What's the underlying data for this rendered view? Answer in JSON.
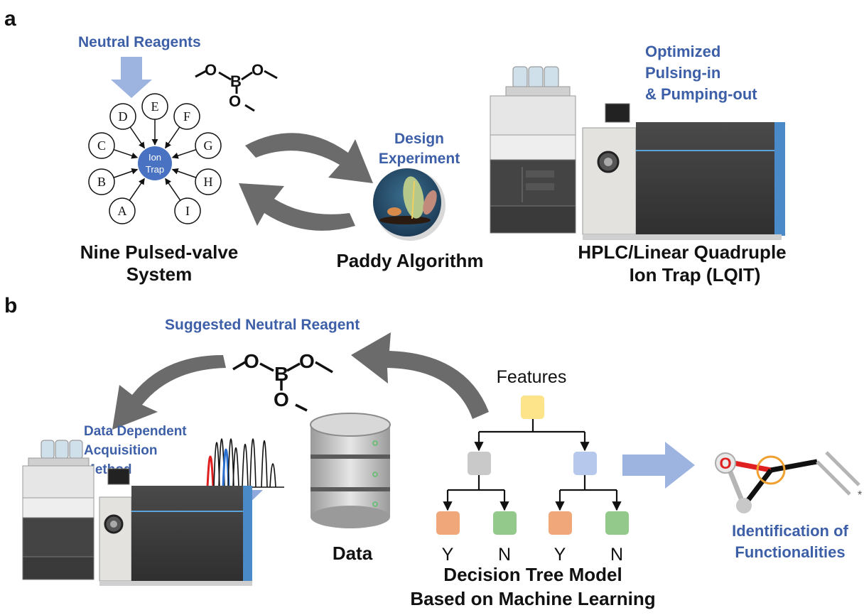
{
  "panel_a": {
    "label": "a",
    "neutral_reagents": "Neutral Reagents",
    "valves": [
      "A",
      "B",
      "C",
      "D",
      "E",
      "F",
      "G",
      "H",
      "I"
    ],
    "ion_trap_line1": "Ion",
    "ion_trap_line2": "Trap",
    "system_line1": "Nine Pulsed-valve",
    "system_line2": "System",
    "design_line1": "Design",
    "design_line2": "Experiment",
    "paddy": "Paddy Algorithm",
    "optimized_line1": "Optimized",
    "optimized_line2": "Pulsing-in",
    "optimized_line3": "& Pumping-out",
    "hplc_line1": "HPLC/Linear Quadruple",
    "hplc_line2": "Ion Trap (LQIT)",
    "molecule_atoms": [
      "O",
      "B",
      "O",
      "O"
    ]
  },
  "panel_b": {
    "label": "b",
    "suggested": "Suggested Neutral Reagent",
    "dda_line1": "Data Dependent",
    "dda_line2": "Acquisition",
    "dda_line3": "Method",
    "data": "Data",
    "features": "Features",
    "leaf_labels": [
      "Y",
      "N",
      "Y",
      "N"
    ],
    "tree_line1": "Decision Tree Model",
    "tree_line2": "Based on Machine Learning",
    "ident_line1": "Identification of",
    "ident_line2": "Functionalities",
    "molecule_atoms": [
      "O",
      "B",
      "O",
      "O"
    ],
    "func_atom": "O",
    "func_star": "*"
  },
  "colors": {
    "blue_text": "#3d5fa8",
    "ion_trap": "#4a72c2",
    "arrow_gray": "#6b6b6b",
    "big_arrow_blue": "#9db3e0",
    "tree_yellow": "#fde48a",
    "tree_gray": "#c9c9c9",
    "tree_blue": "#b6c9ec",
    "tree_orange": "#f0a77a",
    "tree_green": "#93c98a",
    "func_red": "#e02020",
    "func_orange": "#f0a030"
  }
}
